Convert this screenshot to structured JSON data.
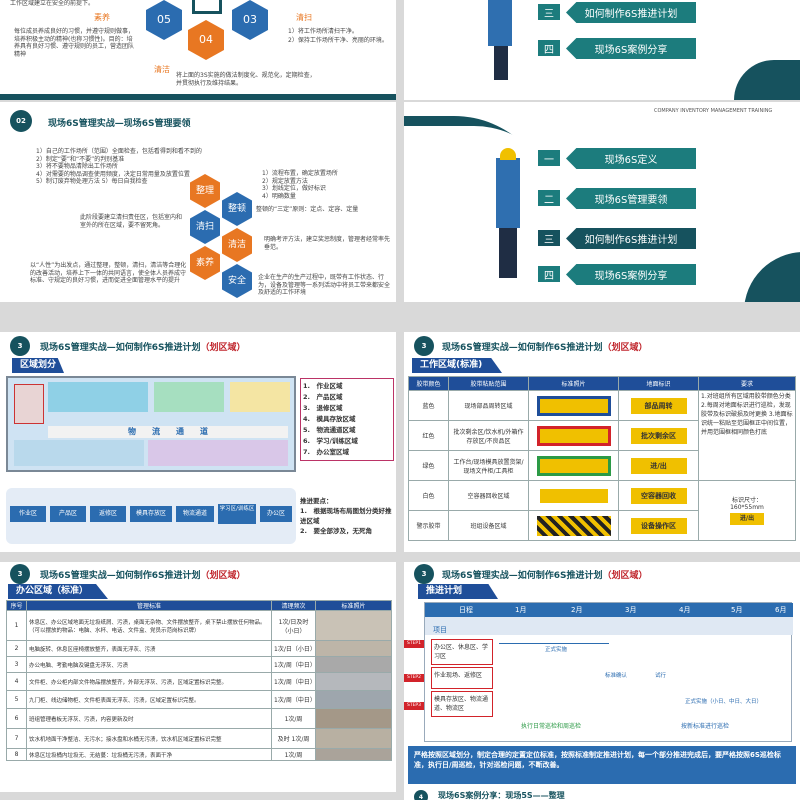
{
  "slide1": {
    "text_left": "每位成员养成良好的习惯，并遵守规则做事，培养积极主动的精神(也称习惯性)。目的：培养具有良好习惯、遵守规则的员工，营造团队精神",
    "label_suyang": "素养",
    "label_qingsao": "清扫",
    "label_qingjie": "清洁",
    "hex_05": "05",
    "hex_03": "03",
    "hex_04": "04",
    "text_right1": "1）将工作场所清扫干净。",
    "text_right2": "2）保持工作场所干净、亮丽的环境。",
    "text_bottom1": "将上面的3S实施的做法制度化、规范化，定期检查，",
    "text_bottom2": "并贯彻执行及维持结果。",
    "top_text": "工作区域建立在安全的前提下。"
  },
  "slide2": {
    "nav": [
      {
        "num": "三",
        "label": "如何制作6S推进计划"
      },
      {
        "num": "四",
        "label": "现场6S案例分享"
      }
    ]
  },
  "slide3": {
    "num": "02",
    "title": "现场6S管理实战—现场6S管理要领",
    "left_list": [
      "1）自己的工作场所（范围）全面检查，包括看得到和看不到的",
      "2）制定“要”和“不要”的判别基准",
      "3）将不要物品清除出工作场所",
      "4）对需要的物品调查使用频度，决定日常用量及放置位置",
      "5）制订废弃物处理方法 5）每日自我检查"
    ],
    "hexes": [
      "整理",
      "整顿",
      "清扫",
      "清洁",
      "素养",
      "安全"
    ],
    "right_list": [
      "1）流程布置，确定放置场所",
      "2）规定放置方法",
      "3）划线定位，做好标识",
      "4）明确数量"
    ],
    "right_note": "整顿的“三定”原则：定点、定容、定量",
    "mid_left": "此阶段要建立清扫责任区，包括室内和室外的所在区域，要不留死角。",
    "mid_right": "明确考评方法，建立奖惩制度，管理者经常率先垂范。",
    "bottom_left": "以“人性”为出发点，通过整理，整顿，清扫，清洁等合理化的改善活动，培养上下一体的共同语言，使全体人员养成守标准、守规定的良好习惯，进而促进全面管理水平的提升",
    "bottom_right": "企业在生产的生产过程中，既带有工作状态、行为，设备及管理等一系列活动中将员工带来都安全及舒适的工作环境"
  },
  "slide4": {
    "header": "COMPANY INVENTORY MANAGEMENT TRAINING",
    "nav": [
      {
        "num": "一",
        "label": "现场6S定义"
      },
      {
        "num": "二",
        "label": "现场6S管理要领"
      },
      {
        "num": "三",
        "label": "如何制作6S推进计划"
      },
      {
        "num": "四",
        "label": "现场6S案例分享"
      }
    ]
  },
  "slide5": {
    "num": "3",
    "title": "现场6S管理实战—如何制作6S推进计划",
    "title_red": "（划区域）",
    "tab": "区域划分",
    "map_label": "物　　流　　通　　道",
    "areas": [
      "1.　作业区域",
      "2.　产品区域",
      "3.　退修区域",
      "4.　模具存放区域",
      "5.　物流通道区域",
      "6.　学习/训练区域",
      "7.　办公室区域"
    ],
    "flow": [
      "作业区",
      "产品区",
      "返修区",
      "模具存放区",
      "物流通道",
      "学习区/训练区",
      "办公区"
    ],
    "points_title": "推进要点：",
    "points": [
      "1.　根据现场布局图划分类好推进区域",
      "2.　要全部涉及，无死角"
    ]
  },
  "slide6": {
    "num": "3",
    "title": "现场6S管理实战—如何制作6S推进计划",
    "title_red": "（划区域）",
    "tab": "工作区域(标准)",
    "headers": [
      "胶带颜色",
      "胶带粘贴范围",
      "标准照片",
      "地面标识",
      "要求"
    ],
    "rows": [
      {
        "color": "蓝色",
        "range": "现场部品周转区域",
        "sign": "部品周转",
        "border": "#1f4e99"
      },
      {
        "color": "红色",
        "range": "批次剩余区/饮水机/外箱作存放区/不良品区",
        "sign": "批次剩余区",
        "border": "#d2232a"
      },
      {
        "color": "绿色",
        "range": "工作台/现场模具放置货架/现场文件柜/工具柜",
        "sign": "进/出",
        "border": "#2c9a46"
      },
      {
        "color": "白色",
        "range": "空容器回收区域",
        "sign": "空容器回收",
        "border": "#f0c000"
      },
      {
        "color": "警示胶带",
        "range": "班组设备区域",
        "sign": "设备操作区",
        "border": "#222"
      }
    ],
    "req": "1.对班组所有区域用胶带颜色分类 2.每周对地面标识进行巡检，发现胶带及标识破损及时更换 3.地面标识统一粘贴至范围框正中间位置，并用范围框相同颜色打底",
    "size_label": "标识尺寸：",
    "size_value": "160*55mm",
    "inout": "进/出"
  },
  "slide7": {
    "num": "3",
    "title": "现场6S管理实战—如何制作6S推进计划",
    "title_red": "（划区域）",
    "tab": "办公区域（标准）",
    "headers": [
      "序号",
      "管理标准",
      "清理频次",
      "标准照片"
    ],
    "rows": [
      {
        "no": "1",
        "text": "休息区、办公区域地面无垃圾纸屑、污渍，桌面无杂物、文件摆放整齐，桌下禁止摆放任何物品。（可以摆放的物品：电脑、水杯、电话、文件盒、党员示范岗标识牌）",
        "freq": "1次/日及时（小日）"
      },
      {
        "no": "2",
        "text": "电脑旋转、休息区座椅摆放整齐，表面无浮灰、污渍",
        "freq": "1次/日（小日）"
      },
      {
        "no": "3",
        "text": "办公电脑、考勤电脑及键盘无浮灰、污渍",
        "freq": "1次/周（中日）"
      },
      {
        "no": "4",
        "text": "文件柜、办公柜内部文件物品摆放整齐，外部无浮灰、污渍，区域定置标识完整。",
        "freq": "1次/周（中日）"
      },
      {
        "no": "5",
        "text": "九门柜、线边储物柜、文件柜表面无浮灰、污渍，区域定置标识完整。",
        "freq": "1次/周（中日）"
      },
      {
        "no": "6",
        "text": "班组管理看板无浮灰、污渍，内容更新及时",
        "freq": "1次/周"
      },
      {
        "no": "7",
        "text": "饮水机地面干净整洁、无污水；接水盘和水桶无污渍，饮水机区域定置标识完整",
        "freq": "及时 1次/周"
      },
      {
        "no": "8",
        "text": "休息区垃圾桶内垃圾无、无结蔓：垃圾桶无污渍，表面干净",
        "freq": "1次/周"
      }
    ]
  },
  "slide8": {
    "num": "3",
    "title": "现场6S管理实战—如何制作6S推进计划",
    "title_red": "（划区域）",
    "tab": "推进计划",
    "header_row": "日程",
    "item_label": "项目",
    "months": [
      "1月",
      "2月",
      "3月",
      "4月",
      "5月",
      "6月"
    ],
    "tasks": [
      "办公区、休息区、学习区",
      "作业现场、返修区",
      "模具存放区、物流通道、物流区"
    ],
    "steps": [
      "STEP1",
      "STEP2",
      "STEP3"
    ],
    "labels": [
      "正式实施",
      "标准确认",
      "试行",
      "正式实施（小日、中日、大日）"
    ],
    "daily": "执行日常巡检和周巡检",
    "std": "按新标准进行巡检",
    "footer": "严格按照区域划分，制定合理的定置定位标准，按照标准制定推进计划，每一个部分推进完成后，要严格按照6S巡检标准，执行日/周巡检，针对巡检问题，不断改善。"
  },
  "slide9": {
    "num": "4",
    "title": "现场6S案例分享：现场5S——整理"
  }
}
